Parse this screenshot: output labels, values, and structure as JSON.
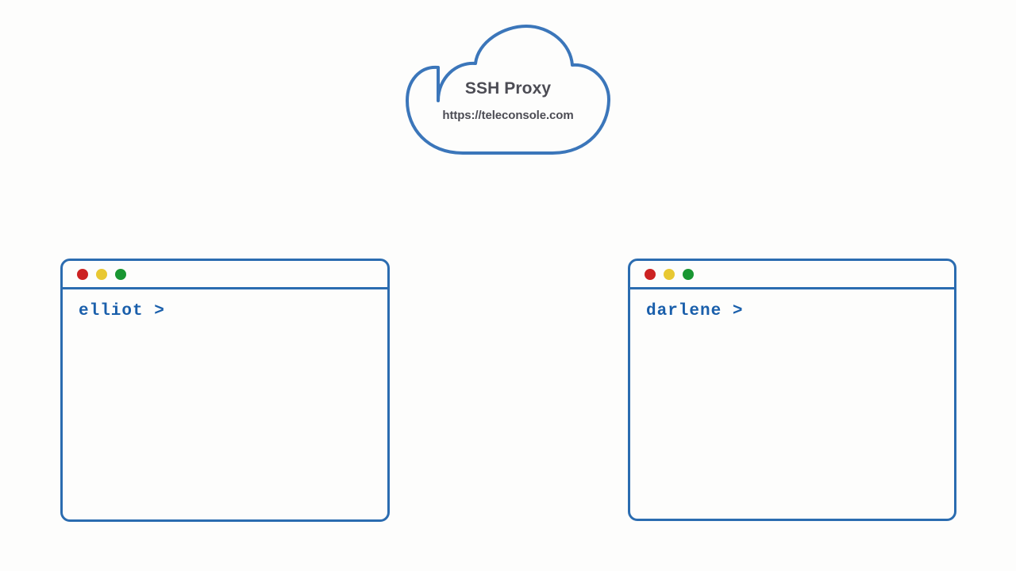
{
  "page": {
    "background_color": "#fdfdfc",
    "accent_color": "#2b6cb0",
    "text_gray": "#4c4c54",
    "prompt_color": "#1a5fab"
  },
  "cloud": {
    "name": "ssh-proxy-cloud",
    "title": "SSH Proxy",
    "url": "https://teleconsole.com",
    "outline_color": "#3b76ba",
    "fill_color": "#fdfdfc"
  },
  "terminals": [
    {
      "id": "left",
      "name": "terminal-window-elliot",
      "prompt": "elliot >",
      "user": "elliot",
      "buttons": [
        {
          "name": "close-button",
          "color": "#cc2222"
        },
        {
          "name": "minimize-button",
          "color": "#e8c832"
        },
        {
          "name": "maximize-button",
          "color": "#199632"
        }
      ]
    },
    {
      "id": "right",
      "name": "terminal-window-darlene",
      "prompt": "darlene >",
      "user": "darlene",
      "buttons": [
        {
          "name": "close-button",
          "color": "#cc2222"
        },
        {
          "name": "minimize-button",
          "color": "#e8c832"
        },
        {
          "name": "maximize-button",
          "color": "#199632"
        }
      ]
    }
  ]
}
